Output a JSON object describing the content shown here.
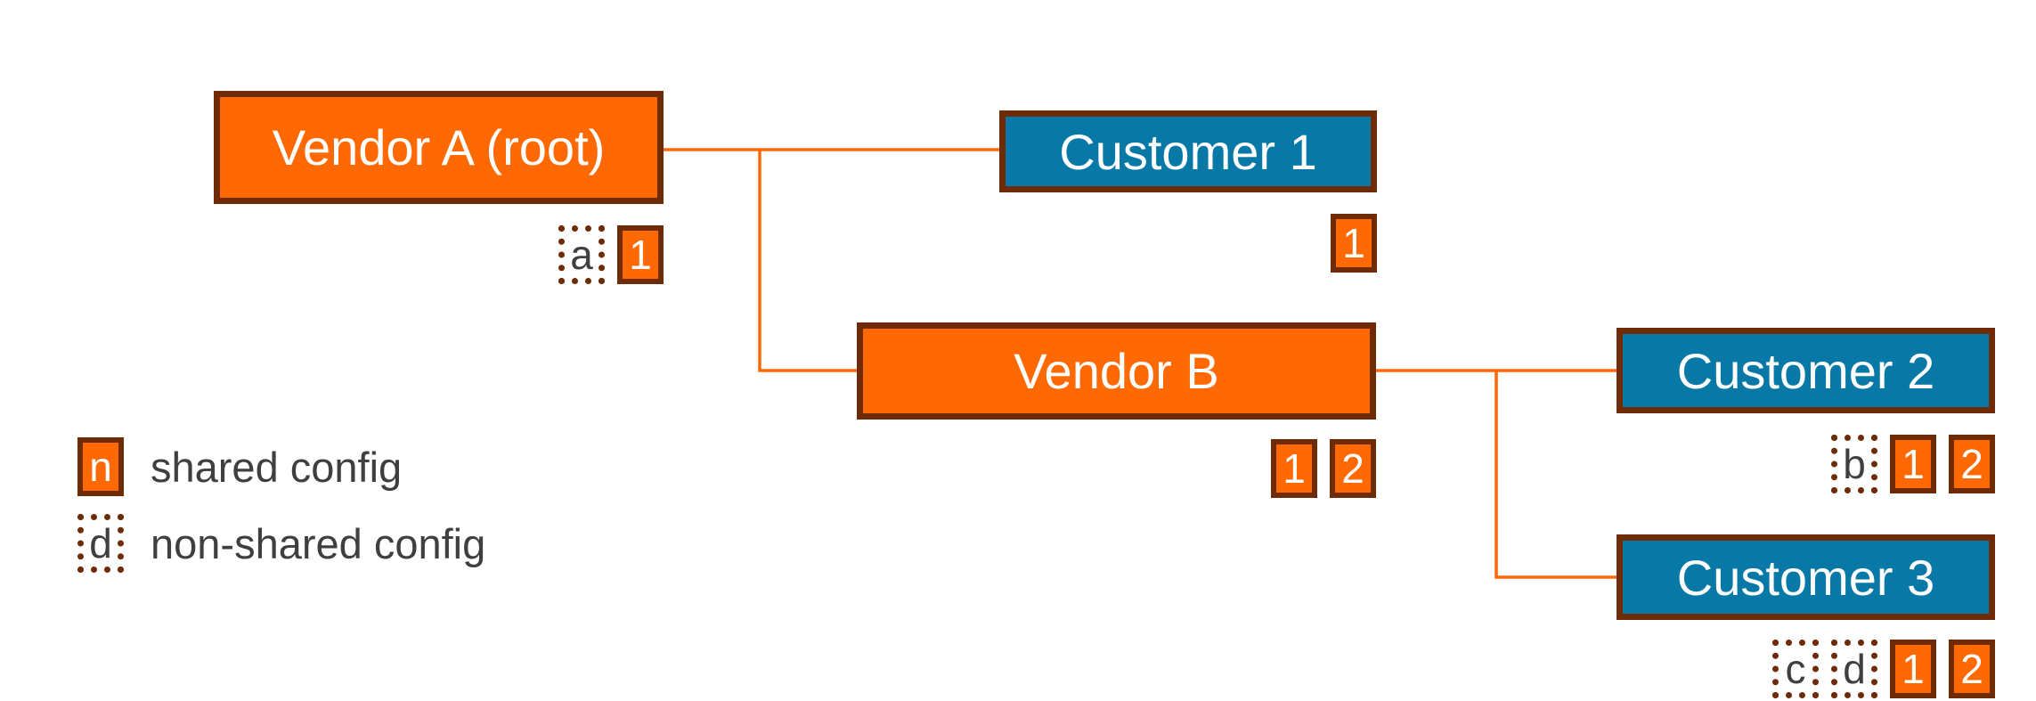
{
  "diagram": {
    "type": "hierarchy-tree",
    "colors": {
      "vendor_fill": "#FE6903",
      "customer_fill": "#0878A6",
      "border_brown": "#6E2B05",
      "connector_orange": "#FE6903",
      "legend_text": "#3F3F3F",
      "node_text": "#FFFFFF"
    },
    "edges": [
      {
        "from": "vendor_a",
        "to": "customer_1"
      },
      {
        "from": "vendor_a",
        "to": "vendor_b"
      },
      {
        "from": "vendor_b",
        "to": "customer_2"
      },
      {
        "from": "vendor_b",
        "to": "customer_3"
      }
    ]
  },
  "nodes": {
    "vendor_a": {
      "label": "Vendor A (root)",
      "type": "vendor",
      "badges": [
        {
          "text": "a",
          "config": "non-shared"
        },
        {
          "text": "1",
          "config": "shared"
        }
      ]
    },
    "customer_1": {
      "label": "Customer 1",
      "type": "customer",
      "badges": [
        {
          "text": "1",
          "config": "shared"
        }
      ]
    },
    "vendor_b": {
      "label": "Vendor B",
      "type": "vendor",
      "badges": [
        {
          "text": "1",
          "config": "shared"
        },
        {
          "text": "2",
          "config": "shared"
        }
      ]
    },
    "customer_2": {
      "label": "Customer 2",
      "type": "customer",
      "badges": [
        {
          "text": "b",
          "config": "non-shared"
        },
        {
          "text": "1",
          "config": "shared"
        },
        {
          "text": "2",
          "config": "shared"
        }
      ]
    },
    "customer_3": {
      "label": "Customer 3",
      "type": "customer",
      "badges": [
        {
          "text": "c",
          "config": "non-shared"
        },
        {
          "text": "d",
          "config": "non-shared"
        },
        {
          "text": "1",
          "config": "shared"
        },
        {
          "text": "2",
          "config": "shared"
        }
      ]
    }
  },
  "legend": {
    "shared": {
      "symbol": "n",
      "label": "shared config"
    },
    "nonshared": {
      "symbol": "d",
      "label": "non-shared config"
    }
  }
}
